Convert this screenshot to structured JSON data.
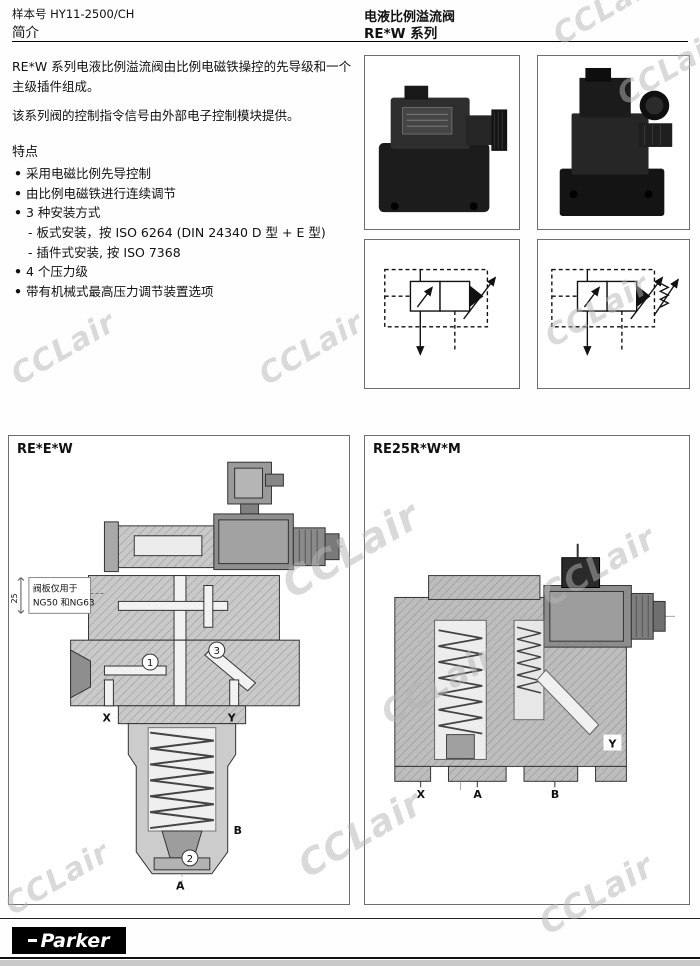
{
  "watermark": {
    "text": "CCLair"
  },
  "header": {
    "doc_number": "样本号 HY11-2500/CH",
    "section": "简介",
    "title": "电液比例溢流阀",
    "series": "RE*W 系列"
  },
  "intro": {
    "p1": "RE*W 系列电液比例溢流阀由比例电磁铁操控的先导级和一个主级插件组成。",
    "p2": "该系列阀的控制指令信号由外部电子控制模块提供。"
  },
  "features": {
    "heading": "特点",
    "bullets": [
      {
        "text": "采用电磁比例先导控制"
      },
      {
        "text": "由比例电磁铁进行连续调节"
      },
      {
        "text": "3 种安装方式",
        "subs": [
          "- 板式安装，按 ISO 6264 (DIN 24340 D 型 + E 型)",
          "- 插件式安装, 按 ISO 7368"
        ]
      },
      {
        "text": "4 个压力级"
      },
      {
        "text": "带有机械式最高压力调节装置选项"
      }
    ]
  },
  "diagram_left": {
    "label": "RE*E*W",
    "callout_line1": "阀板仅用于",
    "callout_line2": "NG50 和NG63",
    "dimension": "25",
    "port_x": "X",
    "port_y": "Y",
    "port_a": "A",
    "port_b": "B",
    "item_1": "1",
    "item_2": "2",
    "item_3": "3"
  },
  "diagram_right": {
    "label": "RE25R*W*M",
    "port_x": "X",
    "port_a": "A",
    "port_b": "B",
    "port_y": "Y"
  },
  "footer": {
    "brand": "Parker"
  }
}
